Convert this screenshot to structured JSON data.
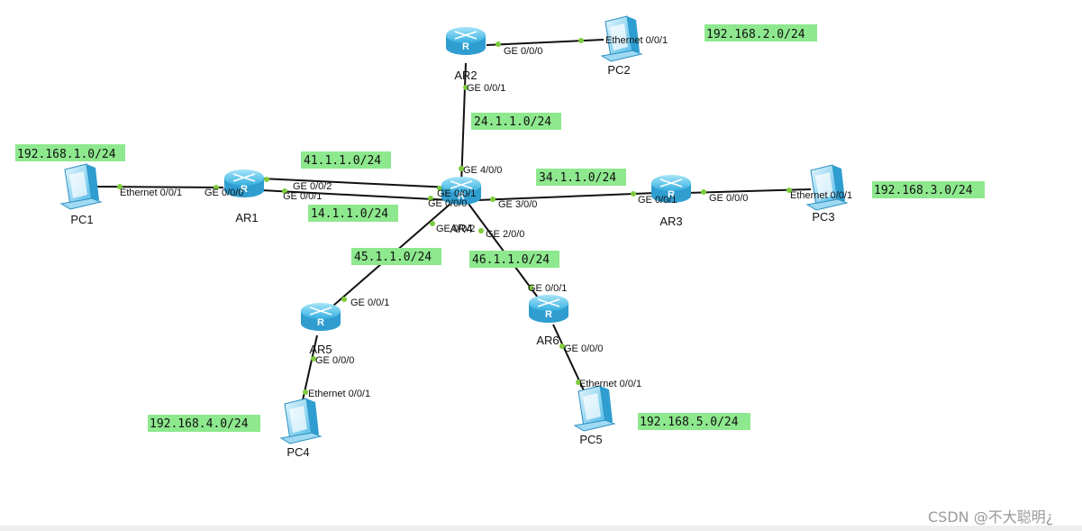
{
  "devices": {
    "AR1": "AR1",
    "AR2": "AR2",
    "AR3": "AR3",
    "AR4": "AR4",
    "AR5": "AR5",
    "AR6": "AR6",
    "PC1": "PC1",
    "PC2": "PC2",
    "PC3": "PC3",
    "PC4": "PC4",
    "PC5": "PC5"
  },
  "networks": {
    "n1": "192.168.1.0/24",
    "n2": "192.168.2.0/24",
    "n3": "192.168.3.0/24",
    "n4": "192.168.4.0/24",
    "n5": "192.168.5.0/24",
    "n24": "24.1.1.0/24",
    "n41": "41.1.1.0/24",
    "n14": "14.1.1.0/24",
    "n34": "34.1.1.0/24",
    "n45": "45.1.1.0/24",
    "n46": "46.1.1.0/24"
  },
  "ports": {
    "pc1_eth": "Ethernet 0/0/1",
    "ar1_g000": "GE 0/0/0",
    "ar1_g002": "GE 0/0/2",
    "ar1_g001": "GE 0/0/1",
    "ar2_g000": "GE 0/0/0",
    "pc2_eth": "Ethernet 0/0/1",
    "ar2_g001": "GE 0/0/1",
    "ar4_g400": "GE 4/0/0",
    "ar4_g001": "GE 0/0/1",
    "ar4_g000": "GE 0/0/0",
    "ar4_g300": "GE 3/0/0",
    "ar4_g002": "GE 0/0/2",
    "ar4_g200": "GE 2/0/0",
    "ar3_g001": "GE 0/0/1",
    "ar3_g000": "GE 0/0/0",
    "pc3_eth": "Ethernet 0/0/1",
    "ar5_g001": "GE 0/0/1",
    "ar5_g000": "GE 0/0/0",
    "pc4_eth": "Ethernet 0/0/1",
    "ar6_g001": "GE 0/0/1",
    "ar6_g000": "GE 0/0/0",
    "pc5_eth": "Ethernet 0/0/1"
  },
  "watermark": "CSDN @不大聪明¿",
  "colors": {
    "router": "#4bbde8",
    "pc": "#58c3ee",
    "network_label_bg": "#8ee88e",
    "port_dot": "#7dcc3c"
  }
}
